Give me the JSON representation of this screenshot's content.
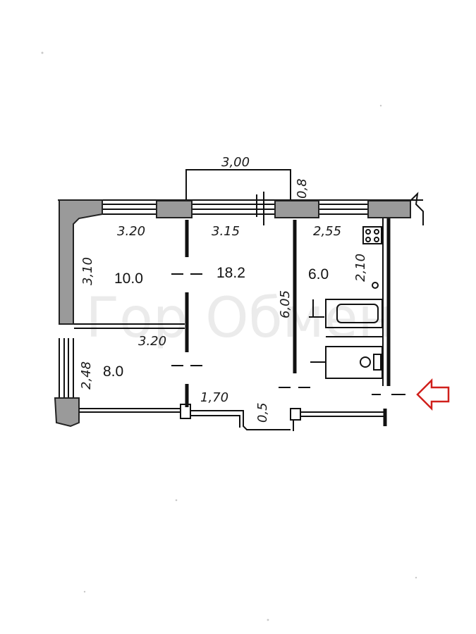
{
  "plan": {
    "dimensions": {
      "balcony_width": "3,00",
      "balcony_depth": "0,8",
      "room1_width": "3.20",
      "room1_depth": "3,10",
      "room_living_width": "3.15",
      "living_depth": "6,05",
      "kitchen_width": "2,55",
      "kitchen_depth": "2,10",
      "room2_width": "3.20",
      "room2_depth": "2,48",
      "corridor_width": "1,70",
      "step_depth": "0,5"
    },
    "areas": {
      "room1": "10.0",
      "living": "18.2",
      "kitchen": "6.0",
      "room2": "8.0"
    },
    "entrance_arrow_color": "#d0201c",
    "watermark": "Гор Обмен"
  }
}
